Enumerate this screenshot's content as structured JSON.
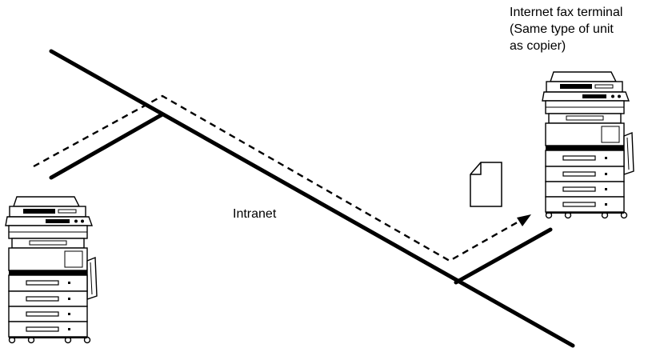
{
  "labels": {
    "terminal_line1": "Internet fax terminal",
    "terminal_line2": "(Same type of unit",
    "terminal_line3": "as copier)",
    "network": "Intranet"
  },
  "colors": {
    "line": "#000000",
    "background": "#ffffff"
  },
  "icons": {
    "sender": "copier-icon",
    "receiver": "copier-icon",
    "document": "document-icon"
  }
}
